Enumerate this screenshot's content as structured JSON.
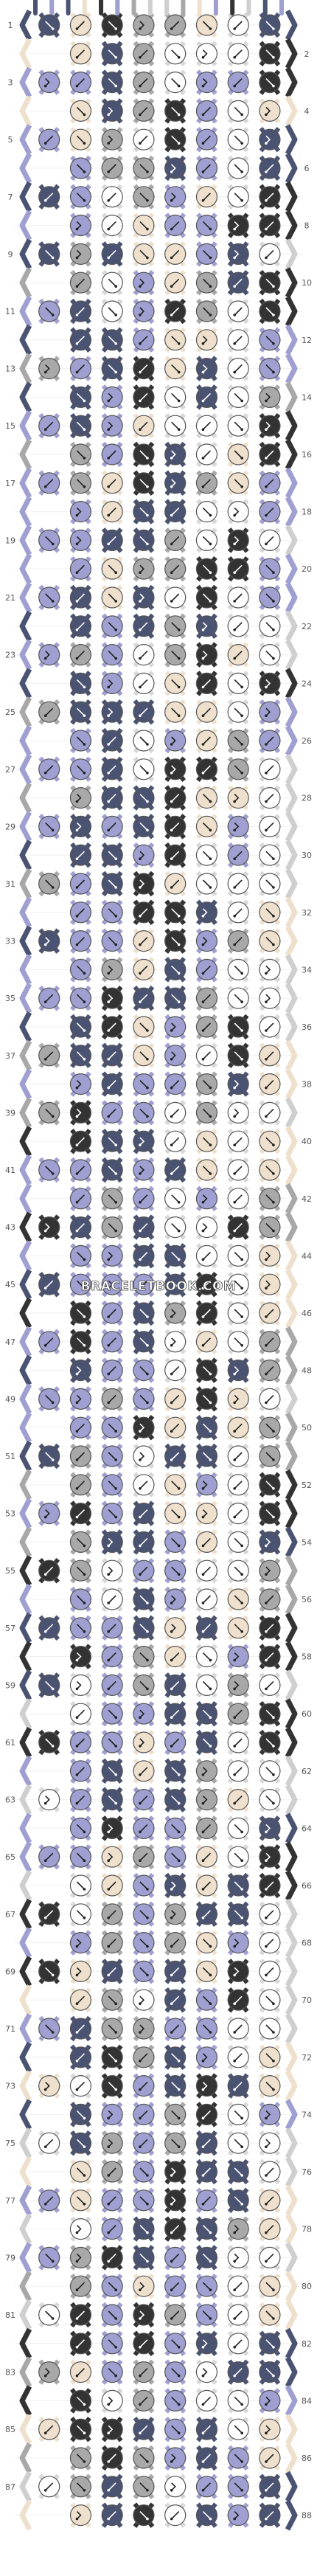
{
  "watermark": "BRACELETBOOK.COM",
  "row_count": 88,
  "string_count": 16,
  "colors": {
    "dark": "#333333",
    "slate": "#4b5372",
    "lavender": "#9f9fd1",
    "gray": "#a8a8a8",
    "cream": "#eee0cc",
    "white": "#ffffff",
    "arrow": "#222222",
    "outline": "#555555"
  },
  "strings_top": [
    "slate",
    "lavender",
    "slate",
    "cream",
    "dark",
    "lavender",
    "gray",
    "white",
    "white",
    "gray",
    "cream",
    "lavender",
    "dark",
    "white",
    "slate",
    "lavender"
  ]
}
